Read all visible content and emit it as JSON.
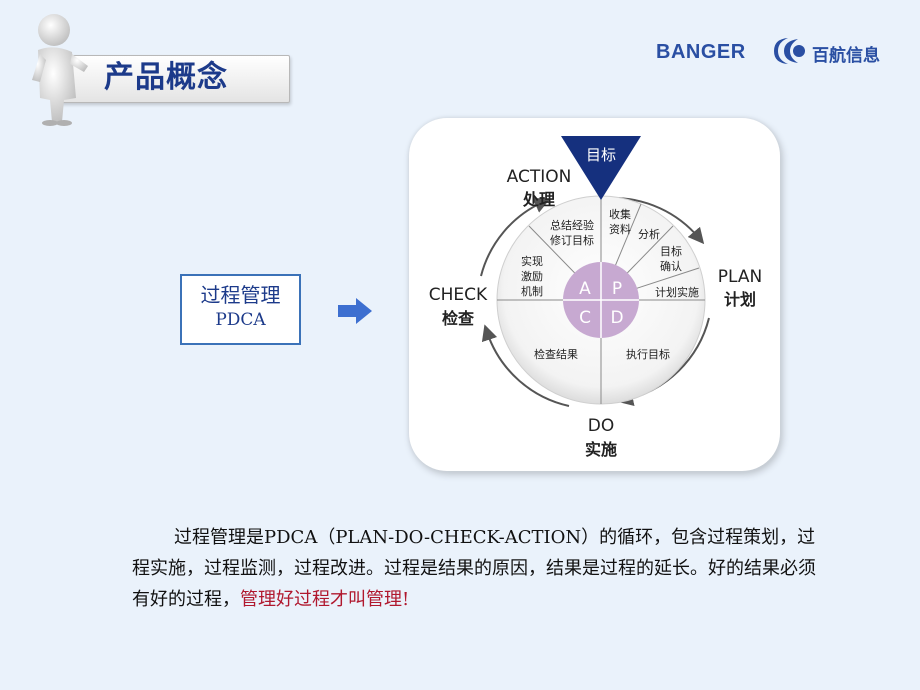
{
  "slide": {
    "title": "产品概念",
    "brand": {
      "name": "BANGER",
      "cn_name": "百航信息",
      "color": "#2a4fa3"
    },
    "pdca_box": {
      "title": "过程管理",
      "subtitle": "PDCA"
    },
    "diagram": {
      "target": "目标",
      "quadrant_letters": [
        "A",
        "P",
        "C",
        "D"
      ],
      "stages": {
        "action_en": "ACTION",
        "action_cn": "处理",
        "plan_en": "PLAN",
        "plan_cn": "计划",
        "check_en": "CHECK",
        "check_cn": "检查",
        "do_en": "DO",
        "do_cn": "实施"
      },
      "segments": {
        "collect_1": "收集",
        "collect_2": "资料",
        "analyze": "分析",
        "confirm_1": "目标",
        "confirm_2": "确认",
        "plan_impl": "计划实施",
        "summary_1": "总结经验",
        "summary_2": "修订目标",
        "incent_1": "实现",
        "incent_2": "激励",
        "incent_3": "机制",
        "check_result": "检查结果",
        "execute_target": "执行目标"
      }
    },
    "paragraph": {
      "main": "过程管理是PDCA（PLAN-DO-CHECK-ACTION）的循环，包含过程策划，过程实施，过程监测，过程改进。过程是结果的原因，结果是过程的延长。好的结果必须有好的过程，",
      "highlight": "管理好过程才叫管理!"
    },
    "colors": {
      "title_text": "#1c3a8a",
      "highlight": "#b0182e",
      "center_circle": "#c7a9d1",
      "target_triangle": "#15307e",
      "arrow": "#3d6fd0"
    }
  }
}
